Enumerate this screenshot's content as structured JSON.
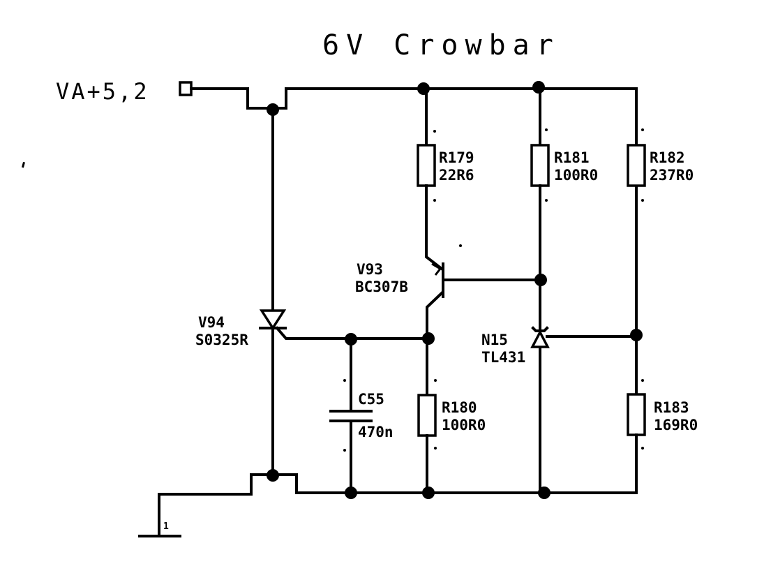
{
  "title": "6V Crowbar",
  "input_label": "VA+5,2",
  "ground_label": "1",
  "components": {
    "r179": {
      "ref": "R179",
      "value": "22R6"
    },
    "r181": {
      "ref": "R181",
      "value": "100R0"
    },
    "r182": {
      "ref": "R182",
      "value": "237R0"
    },
    "r180": {
      "ref": "R180",
      "value": "100R0"
    },
    "r183": {
      "ref": "R183",
      "value": "169R0"
    },
    "c55": {
      "ref": "C55",
      "value": "470n"
    },
    "v93": {
      "ref": "V93",
      "value": "BC307B"
    },
    "v94": {
      "ref": "V94",
      "value": "S0325R"
    },
    "n15": {
      "ref": "N15",
      "value": "TL431"
    }
  }
}
